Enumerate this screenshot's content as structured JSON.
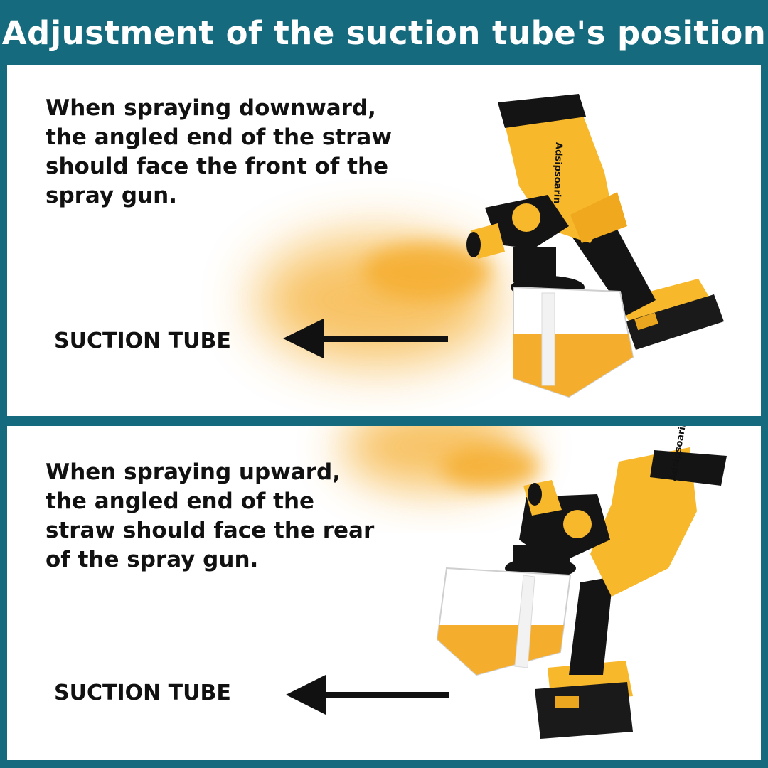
{
  "title": "Adjustment of the suction tube's position",
  "panels": [
    {
      "description": "When spraying downward,\nthe angled end of the straw\nshould face the front of the\nspray gun.",
      "label": "SUCTION TUBE",
      "brand": "Adsipsoarin",
      "paint_level": 0.45
    },
    {
      "description": "When spraying upward,\nthe angled end of the\nstraw should face the rear\nof the spray gun.",
      "label": "SUCTION TUBE",
      "brand": "Adsipsoarin",
      "paint_level": 0.45
    }
  ],
  "colors": {
    "frame": "#156a7e",
    "panel": "#ffffff",
    "paint": "#f5ad2d",
    "body": "#f7b82c",
    "dark": "#141414",
    "text": "#111111"
  }
}
